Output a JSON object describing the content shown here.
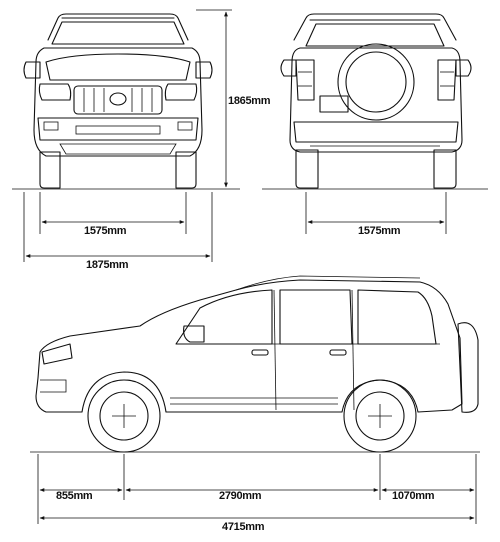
{
  "dimensions": {
    "front_track": "1575mm",
    "overall_width": "1875mm",
    "height": "1865mm",
    "rear_track": "1575mm",
    "front_overhang": "855mm",
    "wheelbase": "2790mm",
    "rear_overhang": "1070mm",
    "overall_length": "4715mm"
  }
}
